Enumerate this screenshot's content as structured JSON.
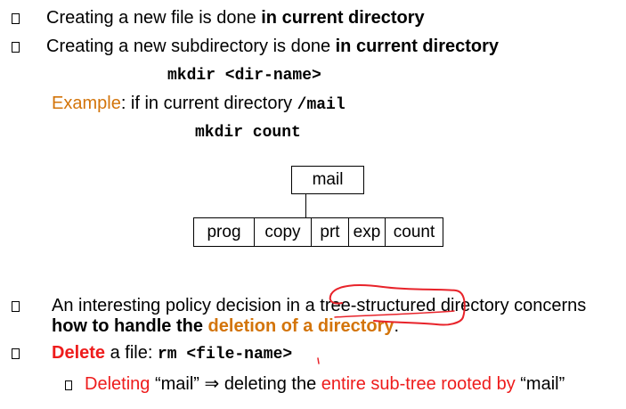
{
  "bullets": {
    "b1": {
      "text": "Creating a new file is done ",
      "bold": "in current directory"
    },
    "b2": {
      "text": "Creating a new subdirectory is done ",
      "bold": "in current directory"
    },
    "cmd1": "mkdir <dir-name>",
    "example": {
      "label": "Example",
      "text": ":  if in current directory  ",
      "path": "/mail"
    },
    "cmd2": "mkdir count",
    "b3": {
      "text": "An interesting policy decision in a tree-structured directory concerns",
      "bold_start": "how to handle the ",
      "bold_orange": "deletion of a directory",
      "end": "."
    },
    "b4": {
      "red": "Delete",
      "text": " a file:  ",
      "cmd": "rm <file-name>"
    },
    "sub1": {
      "red1": "Deleting ",
      "q1": "“mail”",
      "arrow": " ⇒ ",
      "text": "deleting the ",
      "red2": "entire sub-tree rooted by",
      "q2": " “mail”"
    }
  },
  "diagram": {
    "root": "mail",
    "children": [
      "prog",
      "copy",
      "prt",
      "exp",
      "count"
    ]
  },
  "colors": {
    "orange": "#d3740a",
    "red": "#ee1c1c",
    "annotation": "#e8232a"
  }
}
